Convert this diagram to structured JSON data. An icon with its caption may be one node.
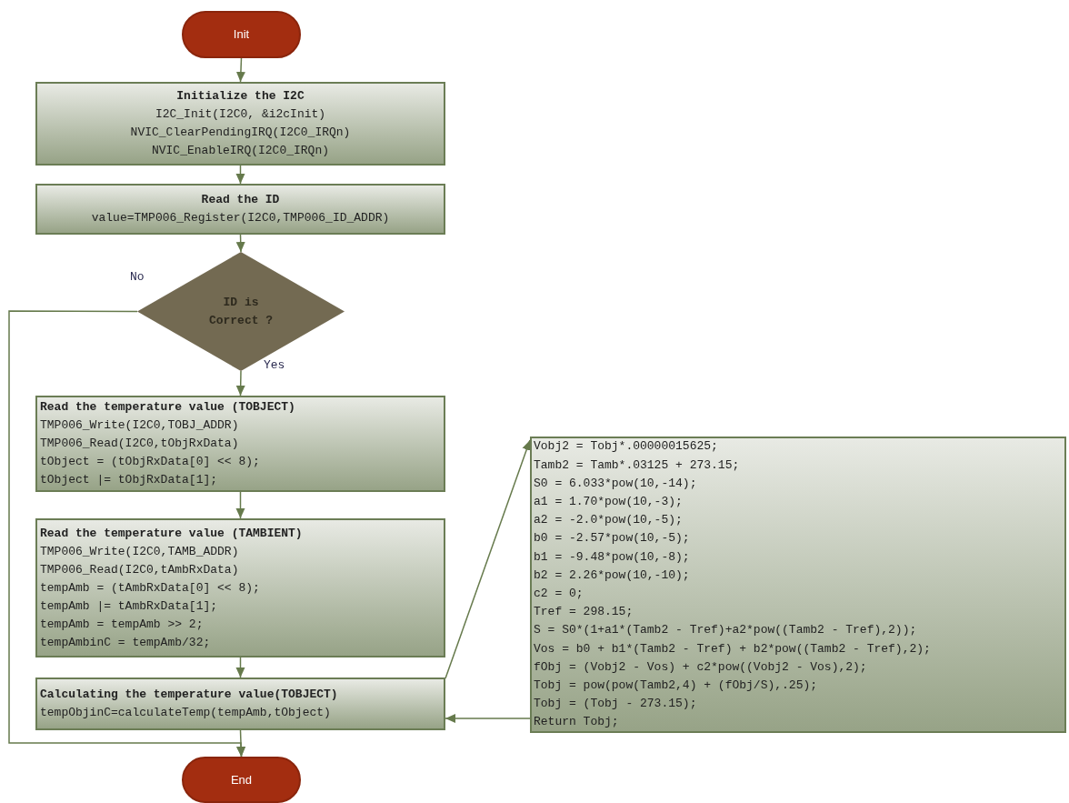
{
  "diagram": {
    "nodes": [
      {
        "text": [
          "Init"
        ]
      },
      {
        "text": [
          "Initialize the I2C",
          "I2C_Init(I2C0, &i2cInit)",
          "NVIC_ClearPendingIRQ(I2C0_IRQn)",
          "NVIC_EnableIRQ(I2C0_IRQn)"
        ]
      },
      {
        "text": [
          "Read the ID",
          "value=TMP006_Register(I2C0,TMP006_ID_ADDR)"
        ]
      },
      {
        "text": [
          "ID is Correct ?"
        ]
      },
      {
        "text": [
          "Read the temperature value (TOBJECT)",
          "TMP006_Write(I2C0,TOBJ_ADDR)",
          "TMP006_Read(I2C0,tObjRxData)",
          "tObject = (tObjRxData[0] << 8);",
          "tObject |= tObjRxData[1];"
        ]
      },
      {
        "text": [
          "Read the temperature value (TAMBIENT)",
          "TMP006_Write(I2C0,TAMB_ADDR)",
          "TMP006_Read(I2C0,tAmbRxData)",
          "tempAmb = (tAmbRxData[0] << 8);",
          "tempAmb |= tAmbRxData[1];",
          "tempAmb = tempAmb >> 2;",
          "tempAmbinC = tempAmb/32;"
        ]
      },
      {
        "text": [
          "Calculating the temperature value(TOBJECT)",
          "tempObjinC=calculateTemp(tempAmb,tObject)"
        ]
      },
      {
        "text": [
          "End"
        ]
      },
      {
        "text": [
          "Vobj2 = Tobj*.00000015625;",
          "Tamb2 = Tamb*.03125 + 273.15;",
          "S0 = 6.033*pow(10,-14);",
          "a1 = 1.70*pow(10,-3);",
          "a2 = -2.0*pow(10,-5);",
          "b0 = -2.57*pow(10,-5);",
          "b1 = -9.48*pow(10,-8);",
          "b2 = 2.26*pow(10,-10);",
          "c2 = 0;",
          "Tref = 298.15;",
          "S = S0*(1+a1*(Tamb2 - Tref)+a2*pow((Tamb2 - Tref),2));",
          "Vos = b0 + b1*(Tamb2 - Tref) + b2*pow((Tamb2 - Tref),2);",
          "fObj = (Vobj2 - Vos) + c2*pow((Vobj2 - Vos),2);",
          "Tobj = pow(pow(Tamb2,4) + (fObj/S),.25);",
          "Tobj = (Tobj - 273.15);",
          "Return Tobj;"
        ]
      }
    ],
    "edges": [
      {
        "from": 0,
        "to": 1,
        "arrow": "to"
      },
      {
        "from": 1,
        "to": 2,
        "arrow": "to"
      },
      {
        "from": 2,
        "to": 3,
        "arrow": "to"
      },
      {
        "from": 3,
        "to": 4,
        "arrow": "to",
        "label": "Yes"
      },
      {
        "from": 3,
        "to": 7,
        "arrow": "to",
        "label": "No"
      },
      {
        "from": 4,
        "to": 5,
        "arrow": "to"
      },
      {
        "from": 5,
        "to": 6,
        "arrow": "to"
      },
      {
        "from": 6,
        "to": 7,
        "arrow": "to"
      },
      {
        "from": 6,
        "to": 8,
        "arrow": "to"
      },
      {
        "from": 8,
        "to": 6,
        "arrow": "to"
      }
    ]
  }
}
